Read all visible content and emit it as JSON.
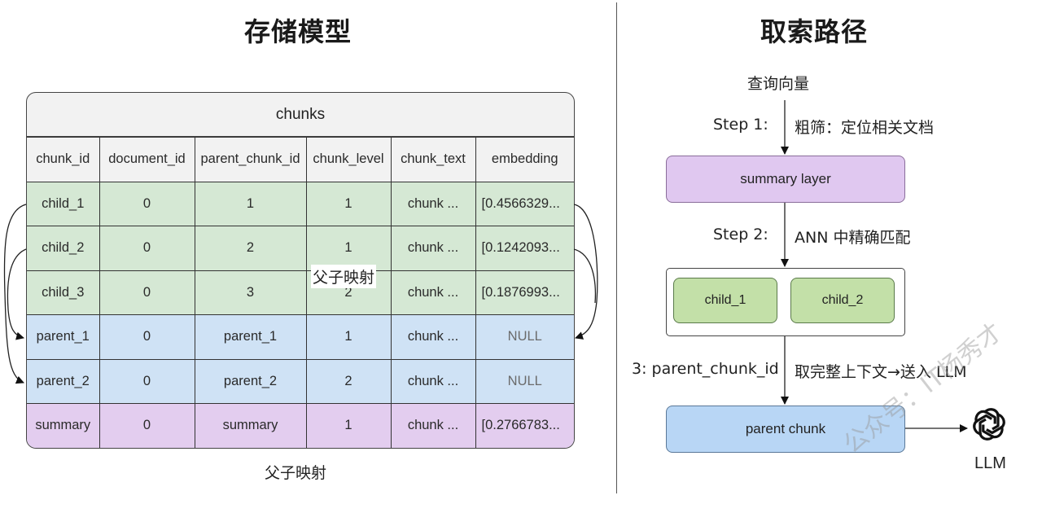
{
  "left_panel": {
    "title": "存储模型",
    "table": {
      "name": "chunks",
      "columns": [
        "chunk_id",
        "document_id",
        "parent_chunk_id",
        "chunk_level",
        "chunk_text",
        "embedding"
      ],
      "rows": [
        {
          "type": "child",
          "cells": [
            "child_1",
            "0",
            "1",
            "1",
            "chunk ...",
            "[0.4566329..."
          ]
        },
        {
          "type": "child",
          "cells": [
            "child_2",
            "0",
            "2",
            "1",
            "chunk ...",
            "[0.1242093..."
          ]
        },
        {
          "type": "child",
          "cells": [
            "child_3",
            "0",
            "3",
            "2",
            "chunk ...",
            "[0.1876993..."
          ]
        },
        {
          "type": "parent",
          "cells": [
            "parent_1",
            "0",
            "parent_1",
            "1",
            "chunk ...",
            "NULL"
          ]
        },
        {
          "type": "parent",
          "cells": [
            "parent_2",
            "0",
            "parent_2",
            "2",
            "chunk ...",
            "NULL"
          ]
        },
        {
          "type": "summary",
          "cells": [
            "summary",
            "0",
            "summary",
            "1",
            "chunk ...",
            "[0.2766783..."
          ]
        }
      ]
    },
    "overlay_label": "父子映射",
    "caption": "父子映射",
    "mapping_links": [
      {
        "from": "child_1",
        "to": "parent_2",
        "side": "left"
      },
      {
        "from": "child_2",
        "to": "parent_1",
        "side": "left"
      },
      {
        "from": "child_1",
        "to": "parent_1",
        "side": "right"
      },
      {
        "from": "child_2",
        "to": "parent_1",
        "side": "right"
      }
    ]
  },
  "right_panel": {
    "title": "取索路径",
    "query_label": "查询向量",
    "step1": {
      "label": "Step 1:",
      "desc": "粗筛：定位相关文档"
    },
    "summary_box": "summary layer",
    "step2": {
      "label": "Step 2:",
      "desc": "ANN 中精确匹配"
    },
    "child_boxes": [
      "child_1",
      "child_2"
    ],
    "step3": {
      "label": "3: parent_chunk_id",
      "desc": "取完整上下文→送入 LLM"
    },
    "parent_box": "parent chunk",
    "llm_label": "LLM",
    "llm_icon": "openai-logo-icon"
  },
  "colors": {
    "child": "#d5e8d4",
    "parent": "#cfe2f5",
    "summary": "#e3cdef",
    "summary_box": "#e0c8f0",
    "child_box": "#c3e0a8",
    "parent_box": "#b8d6f5"
  },
  "watermark": "公众号：IT杨秀才"
}
